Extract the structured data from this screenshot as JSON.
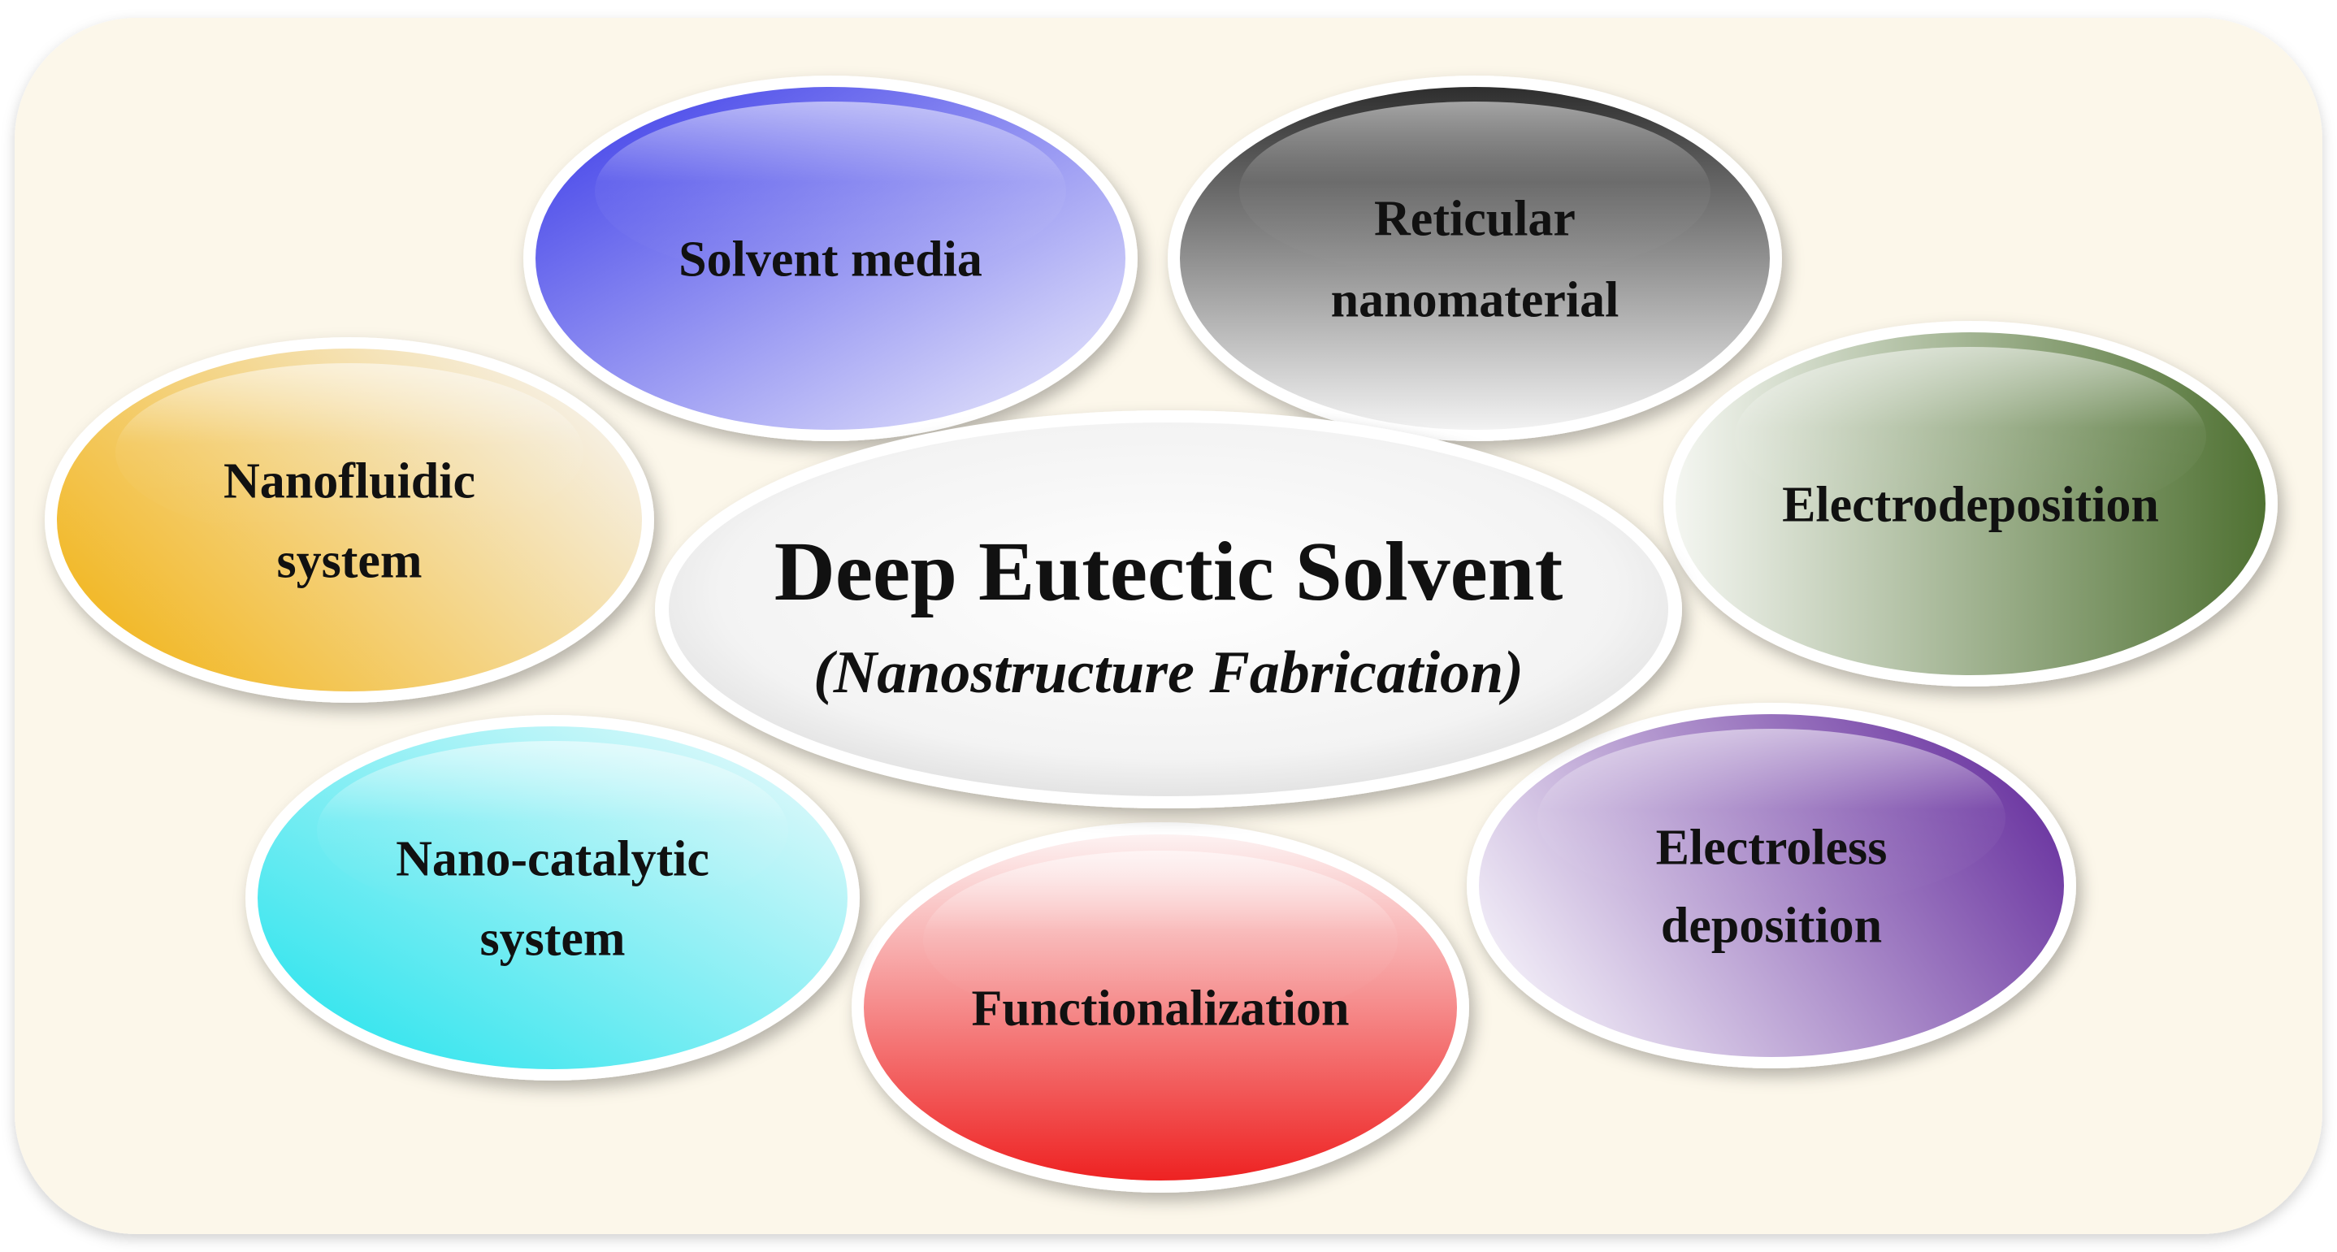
{
  "center": {
    "title": "Deep Eutectic Solvent",
    "subtitle": "(Nanostructure Fabrication)"
  },
  "nodes": [
    {
      "id": "solvent-media",
      "lines": [
        "Solvent media"
      ],
      "color": "#3a3ae8",
      "fade": "#eeeefc"
    },
    {
      "id": "reticular-nanomaterial",
      "lines": [
        "Reticular",
        "nanomaterial"
      ],
      "color": "#2e2e2e",
      "fade": "#f2f2f2"
    },
    {
      "id": "electrodeposition",
      "lines": [
        "Electrodeposition"
      ],
      "color": "#4f7132",
      "fade": "#f4f6f1"
    },
    {
      "id": "electroless-deposition",
      "lines": [
        "Electroless",
        "deposition"
      ],
      "color": "#6a34a0",
      "fade": "#f3eff8"
    },
    {
      "id": "functionalization",
      "lines": [
        "Functionalization"
      ],
      "color": "#ee2222",
      "fade": "#fdf2f2"
    },
    {
      "id": "nano-catalytic-system",
      "lines": [
        "Nano-catalytic",
        "system"
      ],
      "color": "#1ee2ec",
      "fade": "#f0fbfc"
    },
    {
      "id": "nanofluidic-system",
      "lines": [
        "Nanofluidic",
        "system"
      ],
      "color": "#f2b51c",
      "fade": "#f6f3ee"
    }
  ],
  "colors": {
    "panel": "#fcf7ea",
    "center_fill": "#f4f4f4",
    "text": "#111111"
  }
}
